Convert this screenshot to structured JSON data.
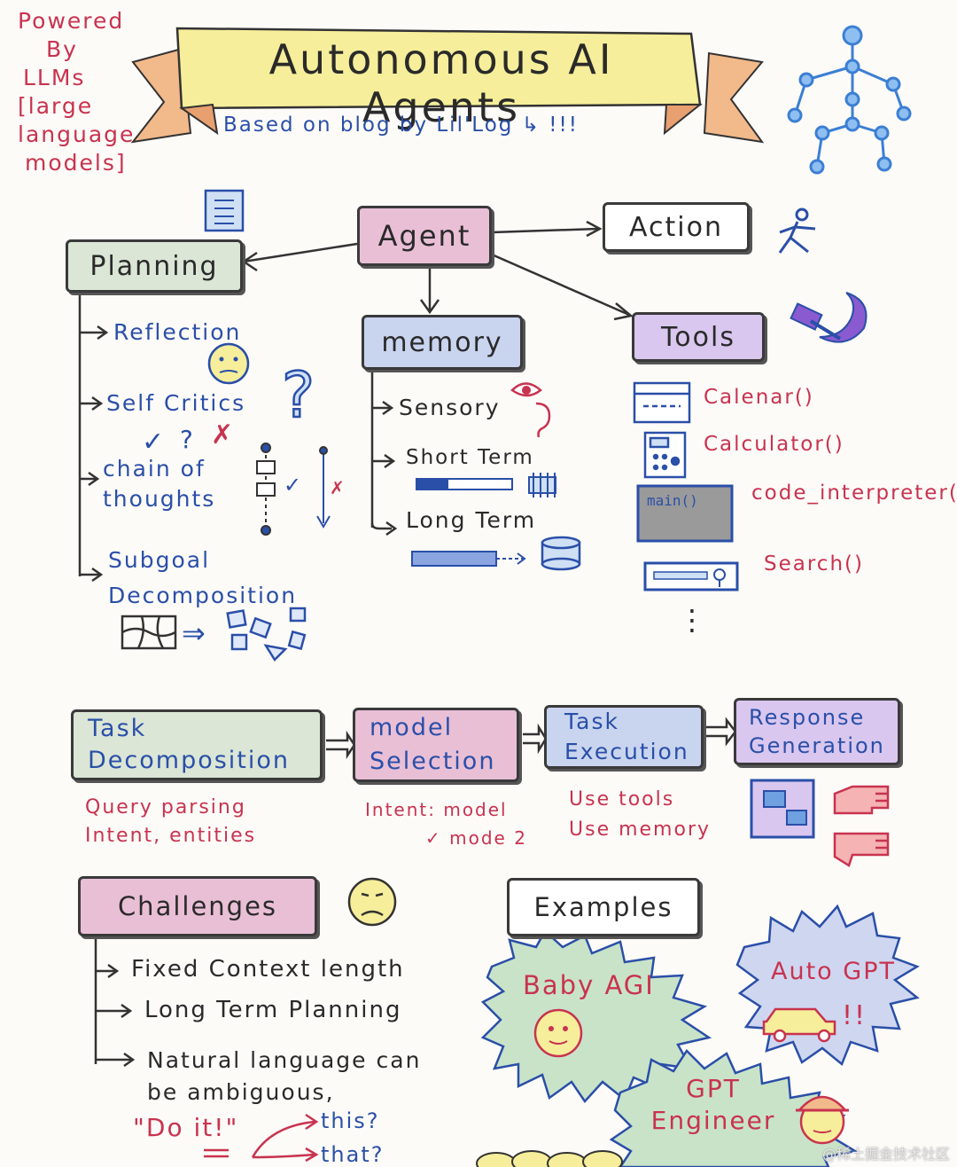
{
  "powered": [
    "Powered",
    "By",
    "LLMs",
    "[large",
    "language",
    "models]"
  ],
  "title": "Autonomous AI Agents",
  "subtitle": "Based on blog by Lil'Log",
  "subtitle_marks": "!!!",
  "colors": {
    "red": "#c8334f",
    "blue": "#2a4fa8",
    "pink_fill": "#e9bfd6",
    "green_fill": "#dbe6d6",
    "blue_fill": "#c9d4ef",
    "purple_fill": "#d9c7ef",
    "banner_yellow": "#f6ee9a"
  },
  "agent": "Agent",
  "action": "Action",
  "planning": {
    "label": "Planning",
    "items": [
      "Reflection",
      "Self Critics",
      "chain of thoughts",
      "Subgoal Decomposition"
    ]
  },
  "memory": {
    "label": "memory",
    "items": [
      "Sensory",
      "Short Term",
      "Long Term"
    ]
  },
  "tools": {
    "label": "Tools",
    "items": [
      "Calenar()",
      "Calculator()",
      "code_interpreter()",
      "Search()"
    ],
    "code_screen_text": "main()",
    "more": "⋮"
  },
  "pipeline": {
    "steps": [
      {
        "label": "Task Decomposition",
        "notes": [
          "Query parsing",
          "Intent, entities"
        ]
      },
      {
        "label": "model Selection",
        "notes": [
          "Intent: model",
          "✓ mode 2"
        ]
      },
      {
        "label": "Task Execution",
        "notes": [
          "Use tools",
          "Use memory"
        ]
      },
      {
        "label": "Response Generation",
        "notes": []
      }
    ]
  },
  "challenges": {
    "label": "Challenges",
    "items": [
      "Fixed Context length",
      "Long Term Planning",
      "Natural language can be ambiguous,"
    ],
    "example_quote": "\"Do it!\"",
    "branches": [
      "this?",
      "that?"
    ]
  },
  "examples": {
    "label": "Examples",
    "items": [
      "Baby AGI",
      "Auto GPT",
      "GPT Engineer"
    ],
    "autogpt_marks": "!!"
  },
  "marks": {
    "question": "?",
    "check": "✓",
    "cross": "✗"
  },
  "watermark": "@稀土掘金技术社区"
}
